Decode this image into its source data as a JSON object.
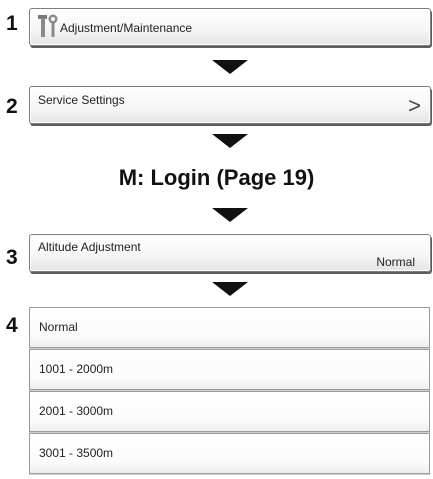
{
  "steps": {
    "s1": "1",
    "s2": "2",
    "s3": "3",
    "s4": "4"
  },
  "panels": {
    "adjust": {
      "label": "Adjustment/Maintenance",
      "icon": "tools-icon"
    },
    "service": {
      "label": "Service Settings",
      "chevron": ">"
    },
    "altitude": {
      "label": "Altitude Adjustment",
      "value": "Normal"
    }
  },
  "login_text": "M: Login (Page 19)",
  "options": [
    "Normal",
    "1001 - 2000m",
    "2001 - 3000m",
    "3001 - 3500m"
  ],
  "colors": {
    "arrow": "#111111",
    "panel_border": "#7e7e7e"
  }
}
